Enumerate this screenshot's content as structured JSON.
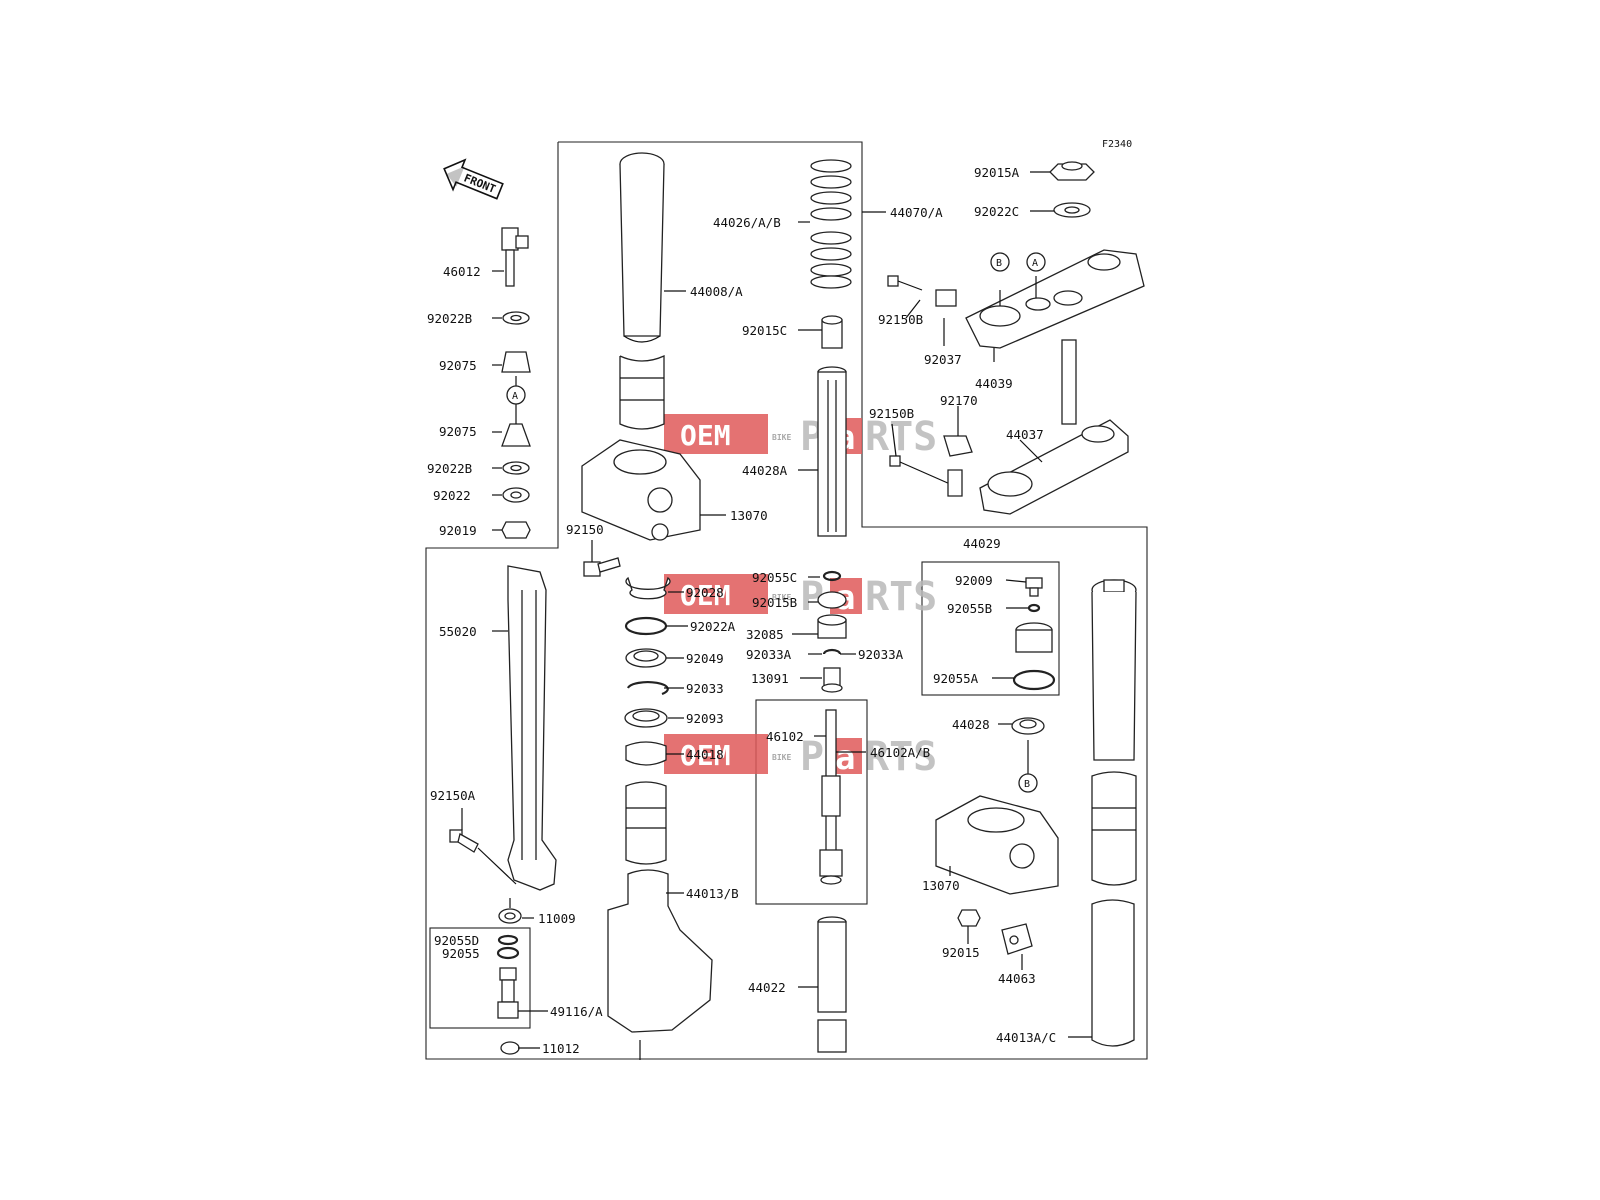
{
  "diagram_code": "F2340",
  "front_arrow_label": "FRONT",
  "watermark": {
    "oem": "OEM",
    "bike": "BIKE",
    "parts_a": "P",
    "parts_b": "a",
    "parts_c": "RTS"
  },
  "markers": {
    "a": "A",
    "b": "B"
  },
  "parts": {
    "p46012": "46012",
    "p92022B_1": "92022B",
    "p92075_1": "92075",
    "p92075_2": "92075",
    "p92022B_2": "92022B",
    "p92022": "92022",
    "p92019": "92019",
    "p44008A": "44008/A",
    "p13070_1": "13070",
    "p92150": "92150",
    "p44026AB": "44026/A/B",
    "p92015C": "92015C",
    "p44028A": "44028A",
    "p44070A": "44070/A",
    "p92015A": "92015A",
    "p92022C": "92022C",
    "p92150B_1": "92150B",
    "p92037": "92037",
    "p44039": "44039",
    "p92150B_2": "92150B",
    "p92170": "92170",
    "p44037": "44037",
    "p55020": "55020",
    "p92150A": "92150A",
    "p11009": "11009",
    "p92055D": "92055D",
    "p92055": "92055",
    "p49116A": "49116/A",
    "p11012": "11012",
    "p92028": "92028",
    "p92022A": "92022A",
    "p92049": "92049",
    "p92033": "92033",
    "p92093": "92093",
    "p44018": "44018",
    "p44013B": "44013/B",
    "p92055C": "92055C",
    "p92015B": "92015B",
    "p32085": "32085",
    "p92033A_1": "92033A",
    "p92033A_2": "92033A",
    "p13091": "13091",
    "p46102": "46102",
    "p46102AB": "46102A/B",
    "p44022": "44022",
    "p44029": "44029",
    "p92009": "92009",
    "p92055B": "92055B",
    "p92055A": "92055A",
    "p44028": "44028",
    "p13070_2": "13070",
    "p92015": "92015",
    "p44063": "44063",
    "p44013AC": "44013A/C"
  },
  "colors": {
    "line": "#111111",
    "watermark_red": "#e05a5a",
    "watermark_grey": "#9a9a9a"
  }
}
